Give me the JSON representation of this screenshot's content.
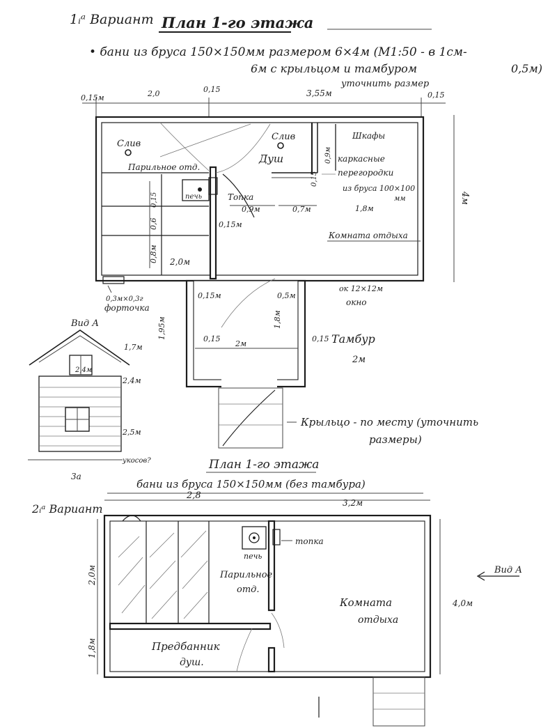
{
  "header": {
    "variant1": "1ᵢᵃ Вариант",
    "plan1_title": "План 1-го этажа",
    "subtitle_line1": "• бани из бруса 150×150мм размером 6×4м (М1:50 - в 1см-",
    "subtitle_line2": "6м        с крыльцом и тамбуром",
    "subtitle_line2_end": "0,5м)",
    "clarify_sizes": "уточнить размер"
  },
  "plan1": {
    "dims": {
      "d015_left": "0,15м",
      "d20_top": "2,0",
      "d015_mid": "0,15",
      "d355": "3,55м",
      "d015_right": "0,15",
      "d4m": "4м",
      "d09_topka": "0,9м",
      "d07": "0,7м",
      "d015_wall": "0,15м",
      "d09_shower": "0,9м",
      "d015_shower": "0,15",
      "d06": "0,6",
      "d015_bench": "0,15",
      "d08": "0,8м",
      "d20_bench": "2,0м",
      "d18_partition": "1,8м",
      "d015_tambur_left": "0,15м",
      "d05_tambur": "0,5м",
      "d195": "1,95м",
      "d18_tambur": "1,8м",
      "d015_tambur_in": "0,15",
      "d2m_tambur": "2м",
      "d015_tambur_right": "0,15",
      "d2m_width": "2м"
    },
    "labels": {
      "drain1": "Слив",
      "drain2": "Слив",
      "steam_room": "Парильное отд.",
      "shower": "Душ",
      "stove": "печь",
      "firebox": "Топка",
      "wardrobe": "Шкафы",
      "partition_1": "каркасные",
      "partition_2": "перегородки",
      "partition_3": "из бруса 100×100",
      "partition_4": "мм",
      "rest_room": "Комната отдыха",
      "window_note_1": "ок 12×12м",
      "window_note_2": "окно",
      "vent_1": "0,3м×0,3г",
      "vent_2": "форточка",
      "tambur": "Тамбур",
      "porch": "Крыльцо - по месту (уточнить",
      "porch_2": "размеры)"
    }
  },
  "view_a": {
    "title": "Вид А",
    "d17": "1,7м",
    "d24_in": "2,4м",
    "d24": "2,4м",
    "d25": "2,5м",
    "canopy": "укосов?",
    "num": "3а"
  },
  "plan2": {
    "title": "План 1-го этажа",
    "subtitle": "бани из бруса 150×150мм (без тамбура)",
    "variant2": "2ᵢᵃ Вариант",
    "d28": "2,8",
    "d32": "3,2м",
    "d20": "2,0м",
    "d18": "1,8м",
    "d40": "4,0м",
    "firebox": "топка",
    "stove": "печь",
    "steam_1": "Парильное",
    "steam_2": "отд.",
    "rest_1": "Комната",
    "rest_2": "отдыха",
    "vestibule_1": "Предбанник",
    "vestibule_2": "душ.",
    "view_a_label": "Вид А"
  }
}
